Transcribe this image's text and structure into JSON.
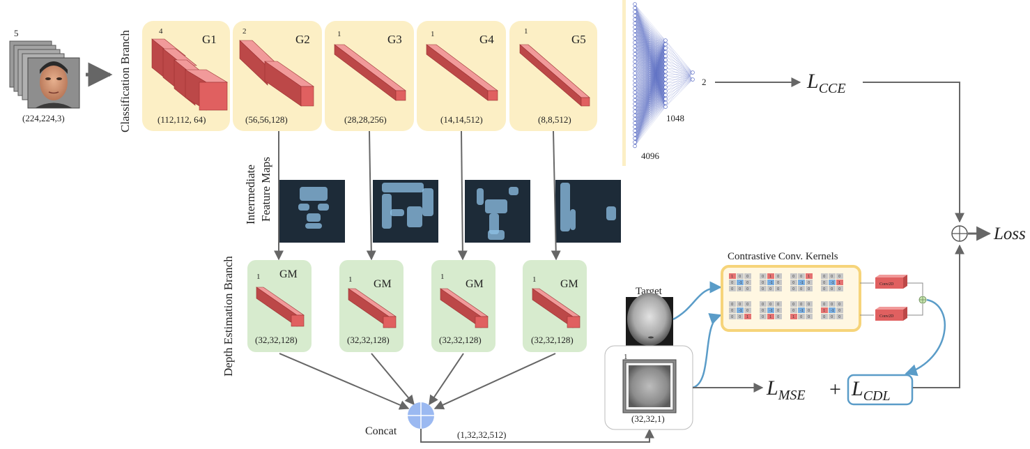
{
  "input": {
    "count": "5",
    "shape": "(224,224,3)"
  },
  "classification_branch": {
    "title": "Classification Branch",
    "blocks": [
      {
        "name": "G1",
        "count": "4",
        "shape": "(112,112, 64)"
      },
      {
        "name": "G2",
        "count": "2",
        "shape": "(56,56,128)"
      },
      {
        "name": "G3",
        "count": "1",
        "shape": "(28,28,256)"
      },
      {
        "name": "G4",
        "count": "1",
        "shape": "(14,14,512)"
      },
      {
        "name": "G5",
        "count": "1",
        "shape": "(8,8,512)"
      }
    ]
  },
  "fc": {
    "in_units": "4096",
    "hidden_units": "1048",
    "out_units": "2"
  },
  "feature_maps": {
    "title_line1": "Intermediate",
    "title_line2": "Feature Maps"
  },
  "depth_branch": {
    "title": "Depth Estimation Branch",
    "blocks": [
      {
        "name": "GM",
        "count": "1",
        "shape": "(32,32,128)"
      },
      {
        "name": "GM",
        "count": "1",
        "shape": "(32,32,128)"
      },
      {
        "name": "GM",
        "count": "1",
        "shape": "(32,32,128)"
      },
      {
        "name": "GM",
        "count": "1",
        "shape": "(32,32,128)"
      }
    ]
  },
  "concat": {
    "label": "Concat",
    "shape": "(1,32,32,512)"
  },
  "depth_output": {
    "count": "1",
    "shape": "(32,32,1)"
  },
  "target": {
    "label": "Target"
  },
  "contrastive": {
    "title": "Contrastive Conv. Kernels",
    "conv_label": "Conv2D",
    "kernel_values": [
      "1",
      "0",
      "0",
      "0",
      "-1",
      "0",
      "0",
      "0",
      "0"
    ]
  },
  "losses": {
    "cce_main": "L",
    "cce_sub": "CCE",
    "mse_main": "L",
    "mse_sub": "MSE",
    "plus": "+",
    "cdl_main": "L",
    "cdl_sub": "CDL",
    "total": "Loss"
  },
  "colors": {
    "block_bg": "#fcefc5",
    "depth_bg": "#d7ebce",
    "tensor_front": "#e06060",
    "tensor_top": "#f19a9a",
    "tensor_side": "#bc4848",
    "fc_lines": "#5a6cc4",
    "blue_arrow": "#5a9cc8",
    "concat_fill": "#9bb9f1",
    "contrastive_border": "#f6d47a"
  }
}
